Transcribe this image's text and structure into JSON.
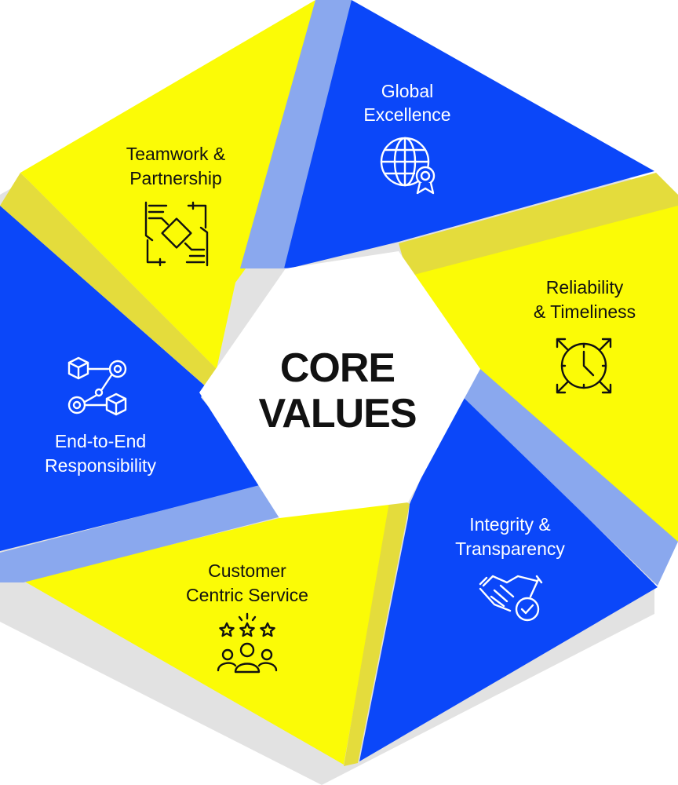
{
  "center": {
    "line1": "CORE",
    "line2": "VALUES"
  },
  "values": [
    {
      "id": "global-excellence",
      "lines": [
        "Global",
        "Excellence"
      ],
      "icon": "globe-award-icon"
    },
    {
      "id": "reliability-timeliness",
      "lines": [
        "Reliability",
        "& Timeliness"
      ],
      "icon": "clock-expand-icon"
    },
    {
      "id": "integrity-transparency",
      "lines": [
        "Integrity &",
        "Transparency"
      ],
      "icon": "handshake-check-icon"
    },
    {
      "id": "customer-centric-service",
      "lines": [
        "Customer",
        "Centric Service"
      ],
      "icon": "customer-rating-icon"
    },
    {
      "id": "end-to-end-responsibility",
      "lines": [
        "End-to-End",
        "Responsibility"
      ],
      "icon": "workflow-icon"
    },
    {
      "id": "teamwork-partnership",
      "lines": [
        "Teamwork &",
        "Partnership"
      ],
      "icon": "joined-hands-icon"
    }
  ],
  "colors": {
    "blue": "#0b47f9",
    "yellow": "#fbfb06",
    "light_blue": "#8aa8ee",
    "olive": "#e4dc3c",
    "shadow": "#e2e2e2",
    "text_dark": "#111111",
    "text_light": "#ffffff"
  }
}
